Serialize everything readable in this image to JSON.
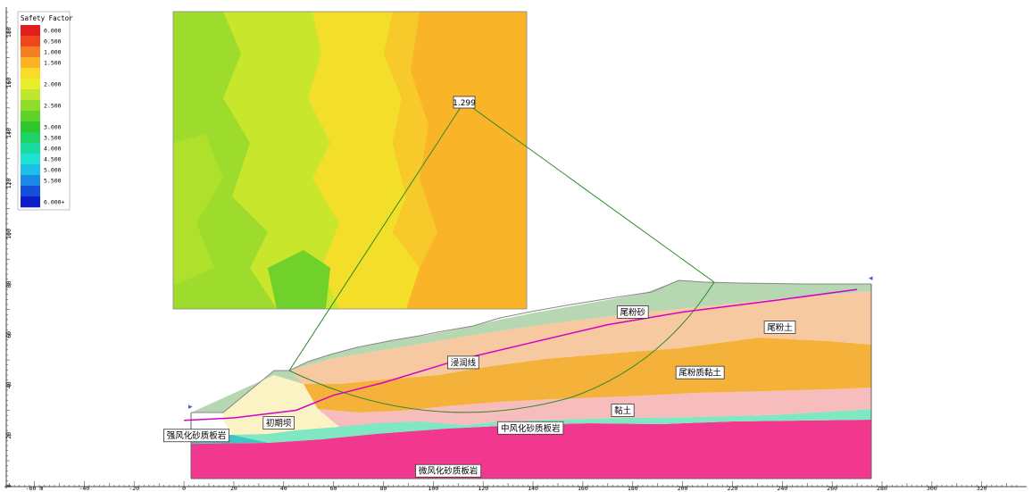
{
  "chart_data": {
    "type": "heatmap",
    "units": "m",
    "legend": {
      "title": "Safety Factor",
      "entries": [
        {
          "label": "0.000",
          "color": "#e11d1d"
        },
        {
          "label": "0.500",
          "color": "#f0461e"
        },
        {
          "label": "1.000",
          "color": "#f57d22"
        },
        {
          "label": "1.500",
          "color": "#fbb324"
        },
        {
          "label": "",
          "color": "#f9dc2a"
        },
        {
          "label": "2.000",
          "color": "#e9ee2a"
        },
        {
          "label": "",
          "color": "#bfe82c"
        },
        {
          "label": "2.500",
          "color": "#8fdc2b"
        },
        {
          "label": "",
          "color": "#5fd22a"
        },
        {
          "label": "3.000",
          "color": "#2ec82c"
        },
        {
          "label": "3.500",
          "color": "#1ed266"
        },
        {
          "label": "4.000",
          "color": "#1adba0"
        },
        {
          "label": "4.500",
          "color": "#1ee3d4"
        },
        {
          "label": "5.000",
          "color": "#1ebfe6"
        },
        {
          "label": "5.500",
          "color": "#1a8ae6"
        },
        {
          "label": "",
          "color": "#1450d8"
        },
        {
          "label": "6.000+",
          "color": "#0d1ec8"
        }
      ]
    },
    "x_axis": {
      "range": [
        -72,
        338
      ],
      "ticks": [
        -60,
        -40,
        -20,
        0,
        20,
        40,
        60,
        80,
        100,
        120,
        140,
        160,
        180,
        200,
        220,
        240,
        260,
        280,
        300,
        320
      ],
      "tick_labels": [
        "-60 m",
        "-40",
        "-20",
        "0",
        "20",
        "40",
        "60",
        "80",
        "100",
        "120",
        "140",
        "160",
        "180",
        "200",
        "220",
        "240",
        "260",
        "280",
        "300",
        "320"
      ]
    },
    "y_axis": {
      "range": [
        -1,
        190
      ],
      "ticks": [
        0,
        20,
        40,
        60,
        80,
        100,
        120,
        140,
        160,
        180
      ],
      "tick_labels": [
        "0",
        "20",
        "40",
        "60",
        "80",
        "100",
        "120",
        "140",
        "160",
        "180"
      ]
    },
    "grid": false,
    "critical_slip": {
      "factor_of_safety": "1.299",
      "center": [
        105.5,
        149
      ],
      "entry": [
        38,
        43
      ],
      "exit": [
        207,
        78
      ]
    },
    "search_grid_extent": {
      "x": [
        -7,
        133
      ],
      "y": [
        67,
        186
      ]
    },
    "phreatic_line": [
      [
        0,
        26
      ],
      [
        20,
        27
      ],
      [
        45,
        30
      ],
      [
        60,
        36
      ],
      [
        80,
        41
      ],
      [
        110,
        50
      ],
      [
        140,
        57
      ],
      [
        170,
        64
      ],
      [
        200,
        69
      ],
      [
        240,
        74
      ],
      [
        270,
        78
      ]
    ],
    "materials": [
      {
        "label": "尾粉砂",
        "color": "#b6d7b1",
        "label_at": [
          180,
          69
        ]
      },
      {
        "label": "尾粉土",
        "color": "#f7c9a0",
        "label_at": [
          239,
          63
        ]
      },
      {
        "label": "浸润线",
        "color": "#f7c9a0",
        "label_at": [
          112,
          49
        ]
      },
      {
        "label": "尾粉质黏土",
        "color": "#f5b23a",
        "label_at": [
          207,
          45
        ]
      },
      {
        "label": "黏土",
        "color": "#f7bcbc",
        "label_at": [
          176,
          30
        ]
      },
      {
        "label": "初期坝",
        "color": "#fbf3c4",
        "label_at": [
          38,
          25
        ]
      },
      {
        "label": "中风化砂质板岩",
        "color": "#7fe7c2",
        "label_at": [
          139,
          23
        ]
      },
      {
        "label": "强风化砂质板岩",
        "color": "#3fc6c2",
        "label_at": [
          5,
          20
        ]
      },
      {
        "label": "微风化砂质板岩",
        "color": "#f2388e",
        "label_at": [
          106,
          6
        ]
      }
    ]
  }
}
